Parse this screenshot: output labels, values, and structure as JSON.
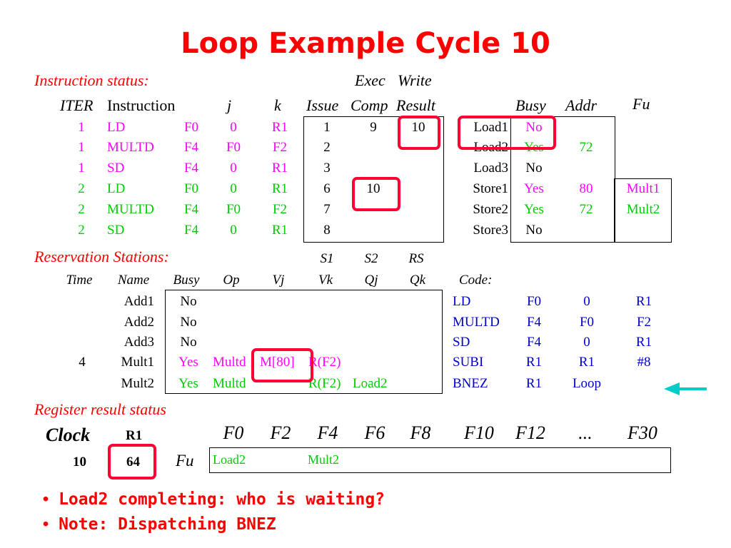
{
  "title": "Loop Example Cycle 10",
  "instruction_status": {
    "section_label": "Instruction status:",
    "header_top": [
      "Exec",
      "Write"
    ],
    "headers": [
      "ITER",
      "Instruction",
      "j",
      "k",
      "Issue",
      "Comp",
      "Result"
    ],
    "rows": [
      {
        "iter": "1",
        "op": "LD",
        "dest": "F0",
        "j": "0",
        "k": "R1",
        "issue": "1",
        "comp": "9",
        "result": "10",
        "color": "#ff00ff"
      },
      {
        "iter": "1",
        "op": "MULTD",
        "dest": "F4",
        "j": "F0",
        "k": "F2",
        "issue": "2",
        "comp": "",
        "result": "",
        "color": "#ff00ff"
      },
      {
        "iter": "1",
        "op": "SD",
        "dest": "F4",
        "j": "0",
        "k": "R1",
        "issue": "3",
        "comp": "",
        "result": "",
        "color": "#ff00ff"
      },
      {
        "iter": "2",
        "op": "LD",
        "dest": "F0",
        "j": "0",
        "k": "R1",
        "issue": "6",
        "comp": "10",
        "result": "",
        "color": "#00cc00"
      },
      {
        "iter": "2",
        "op": "MULTD",
        "dest": "F4",
        "j": "F0",
        "k": "F2",
        "issue": "7",
        "comp": "",
        "result": "",
        "color": "#00cc00"
      },
      {
        "iter": "2",
        "op": "SD",
        "dest": "F4",
        "j": "0",
        "k": "R1",
        "issue": "8",
        "comp": "",
        "result": "",
        "color": "#00cc00"
      }
    ]
  },
  "load_store": {
    "headers": [
      "Busy",
      "Addr",
      "Fu"
    ],
    "rows": [
      {
        "name": "Load1",
        "busy": "No",
        "addr": "",
        "fu": "",
        "busy_color": "#ff00ff"
      },
      {
        "name": "Load2",
        "busy": "Yes",
        "addr": "72",
        "fu": "",
        "busy_color": "#00cc00"
      },
      {
        "name": "Load3",
        "busy": "No",
        "addr": "",
        "fu": "",
        "busy_color": "#000000"
      },
      {
        "name": "Store1",
        "busy": "Yes",
        "addr": "80",
        "fu": "Mult1",
        "busy_color": "#ff00ff"
      },
      {
        "name": "Store2",
        "busy": "Yes",
        "addr": "72",
        "fu": "Mult2",
        "busy_color": "#00cc00"
      },
      {
        "name": "Store3",
        "busy": "No",
        "addr": "",
        "fu": "",
        "busy_color": "#000000"
      }
    ]
  },
  "reservation_stations": {
    "section_label": "Reservation Stations:",
    "header_top": [
      "S1",
      "S2",
      "RS"
    ],
    "headers": [
      "Time",
      "Name",
      "Busy",
      "Op",
      "Vj",
      "Vk",
      "Qj",
      "Qk"
    ],
    "rows": [
      {
        "time": "",
        "name": "Add1",
        "busy": "No",
        "op": "",
        "vj": "",
        "vk": "",
        "qj": "",
        "qk": "",
        "color": "#000000"
      },
      {
        "time": "",
        "name": "Add2",
        "busy": "No",
        "op": "",
        "vj": "",
        "vk": "",
        "qj": "",
        "qk": "",
        "color": "#000000"
      },
      {
        "time": "",
        "name": "Add3",
        "busy": "No",
        "op": "",
        "vj": "",
        "vk": "",
        "qj": "",
        "qk": "",
        "color": "#000000"
      },
      {
        "time": "4",
        "name": "Mult1",
        "busy": "Yes",
        "op": "Multd",
        "vj": "M[80]",
        "vk": "R(F2)",
        "qj": "",
        "qk": "",
        "color": "#ff00ff"
      },
      {
        "time": "",
        "name": "Mult2",
        "busy": "Yes",
        "op": "Multd",
        "vj": "",
        "vk": "R(F2)",
        "qj": "Load2",
        "qk": "",
        "color": "#00cc00"
      }
    ]
  },
  "code": {
    "label": "Code:",
    "rows": [
      [
        "LD",
        "F0",
        "0",
        "R1"
      ],
      [
        "MULTD",
        "F4",
        "F0",
        "F2"
      ],
      [
        "SD",
        "F4",
        "0",
        "R1"
      ],
      [
        "SUBI",
        "R1",
        "R1",
        "#8"
      ],
      [
        "BNEZ",
        "R1",
        "Loop",
        ""
      ]
    ],
    "color": "#0000cc"
  },
  "register_status": {
    "section_label": "Register result status",
    "clock_label": "Clock",
    "r1_label": "R1",
    "clock_value": "10",
    "r1_value": "64",
    "fu_label": "Fu",
    "registers": [
      "F0",
      "F2",
      "F4",
      "F6",
      "F8",
      "F10",
      "F12",
      "...",
      "F30"
    ],
    "fu_values": [
      "Load2",
      "",
      "Mult2",
      "",
      "",
      "",
      "",
      "",
      ""
    ],
    "fu_color": "#00cc00"
  },
  "bullets": [
    "Load2 completing: who is waiting?",
    "Note: Dispatching BNEZ"
  ],
  "colors": {
    "title": "#ff0000",
    "highlight": "#ff0033",
    "arrow": "#00cccc",
    "iteration1": "#ff00ff",
    "iteration2": "#00cc00",
    "code": "#0000cc"
  },
  "icons": [
    "left-arrow-icon"
  ]
}
